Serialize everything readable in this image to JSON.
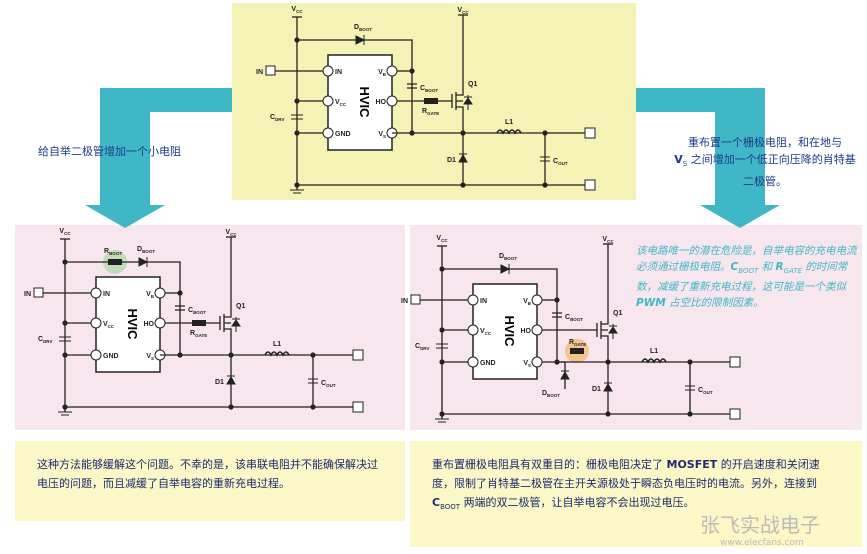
{
  "captions": {
    "left": "给自举二极管增加一个小电阻",
    "right_a": "重布置一个栅极电阻，和在地与",
    "right_v": "V",
    "right_vsub": "S",
    "right_b": "之间增加一个低正向压降的肖特基二极管。"
  },
  "italic_note": {
    "a": "该电路唯一的潜在危险是，自举电容的充电电流必须通过栅极电阻。",
    "c": "C",
    "csub": "BOOT",
    "and": "和",
    "r": "R",
    "rsub": "GATE",
    "b": "的时间常数，减缓了重新充电过程，这可能是一个类似",
    "pwm": "PWM",
    "end": "占空比的限制因素。"
  },
  "notes": {
    "left": "这种方法能够缓解这个问题。不幸的是，该串联电阻并不能确保解决过电压的问题，而且减缓了自举电容的重新充电过程。",
    "right_a": "重布置栅极电阻具有双重目的：栅极电阻决定了",
    "right_mosfet": "MOSFET",
    "right_b": "的开启速度和关闭速度，限制了肖特基二极管在主开关源极处于瞬态负电压时的电流。另外，连接到",
    "right_c": "C",
    "right_csub": "BOOT",
    "right_d": "两端的双二极管，让自举电容不会出现过电压。"
  },
  "labels": {
    "vcc": [
      "V",
      "CC"
    ],
    "dboot": [
      "D",
      "BOOT"
    ],
    "rboot": [
      "R",
      "BOOT"
    ],
    "in": [
      "IN",
      ""
    ],
    "vb": [
      "V",
      "B"
    ],
    "pvcc": [
      "V",
      "CC"
    ],
    "ho": [
      "HO",
      ""
    ],
    "gnd": [
      "GND",
      ""
    ],
    "vs": [
      "V",
      "S"
    ],
    "pin_in": [
      "IN",
      ""
    ],
    "cboot": [
      "C",
      "BOOT"
    ],
    "rgate": [
      "R",
      "GATE"
    ],
    "q1": [
      "Q1",
      ""
    ],
    "l1": [
      "L1",
      ""
    ],
    "d1": [
      "D1",
      ""
    ],
    "cout": [
      "C",
      "OUT"
    ],
    "cdrv": [
      "C",
      "DRV"
    ],
    "hvic": "HVIC"
  },
  "watermark": "张飞实战电子",
  "watermark_url": "www.elecfans.com",
  "colors": {
    "teal": "#3fb7c6",
    "navy": "#1d2a6e",
    "line": "#222"
  }
}
